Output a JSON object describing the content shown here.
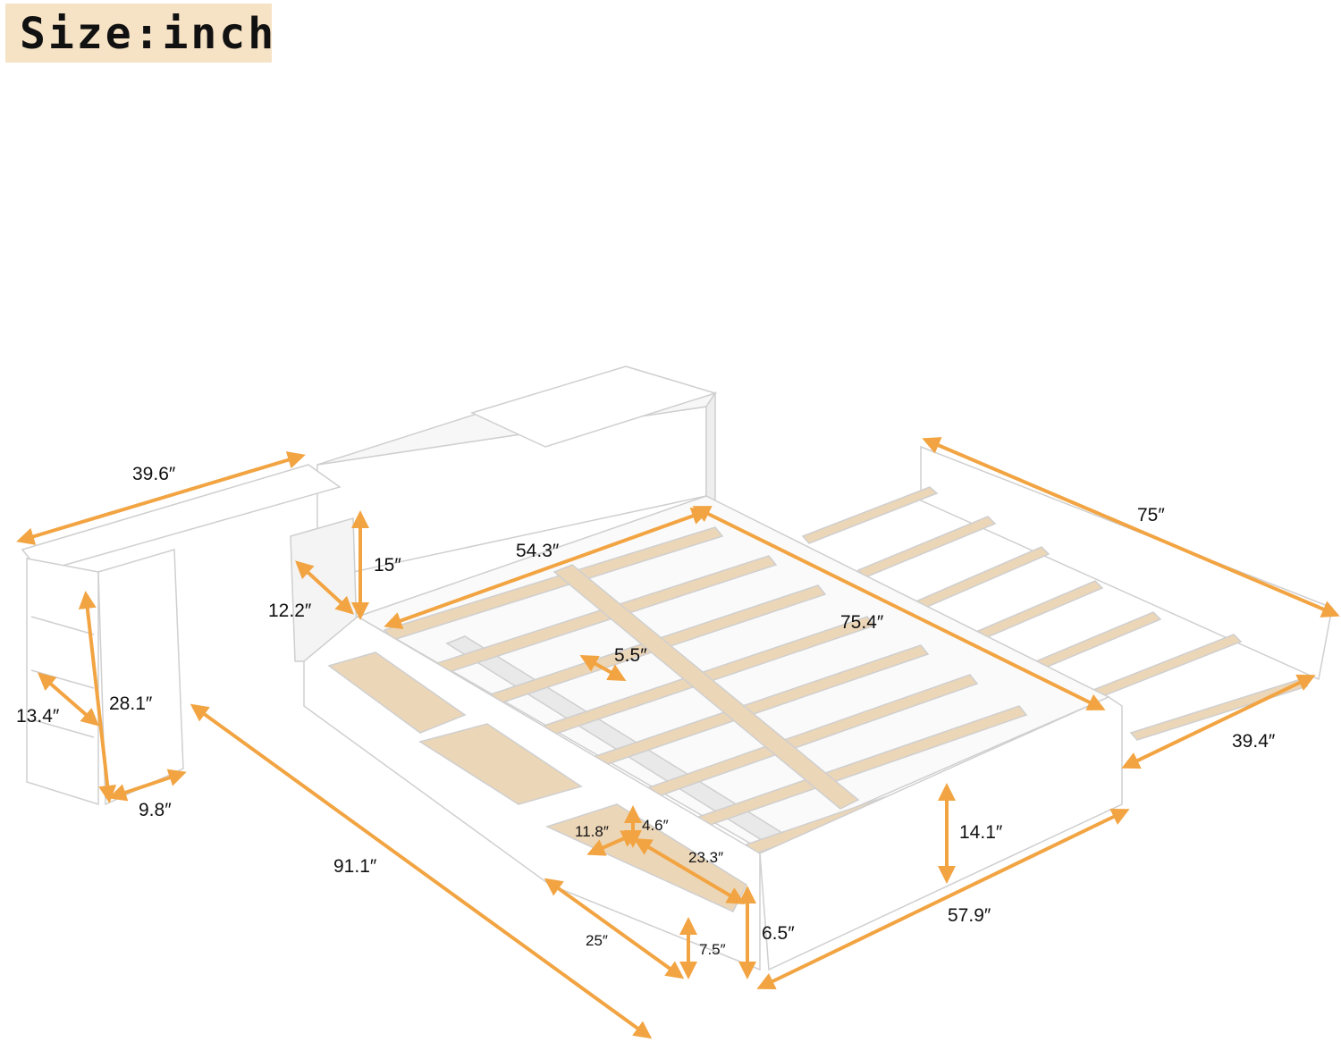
{
  "header": {
    "units_label": "Size:inch"
  },
  "colors": {
    "arrow": "#f2a442",
    "frame": "#ffffff",
    "outline": "#cfcfcf",
    "slat": "#ecd6b8",
    "rail": "#e9e9e9",
    "badge": "#f6e2c4"
  },
  "dimensions": {
    "shelf_length": "39.6″",
    "headboard_height": "15″",
    "headboard_depth": "12.2″",
    "shelf_height": "28.1″",
    "shelf_compartment": "13.4″",
    "shelf_depth": "9.8″",
    "bed_inner_width": "54.3″",
    "bed_length": "75.4″",
    "slat_gap": "5.5″",
    "total_length": "91.1″",
    "drawer_inner_width": "11.8″",
    "drawer_inner_height": "4.6″",
    "drawer_inner_length": "23.3″",
    "drawer_length": "25″",
    "drawer_height": "7.5″",
    "clearance": "6.5″",
    "bed_width": "57.9″",
    "footboard_height": "14.1″",
    "trundle_length": "75″",
    "trundle_width": "39.4″"
  }
}
